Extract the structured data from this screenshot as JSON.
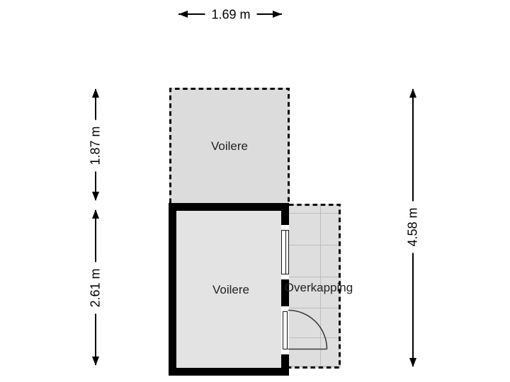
{
  "rooms": [
    {
      "name": "Voilere"
    },
    {
      "name": "Voilere"
    },
    {
      "name": "Overkapping"
    }
  ],
  "dimensions": {
    "top_width": "1.69 m",
    "left_upper_height": "1.87 m",
    "left_lower_height": "2.61 m",
    "right_total_height": "4.58 m"
  },
  "symbols": {
    "window": "window-symbol",
    "door": "door-swing-symbol"
  },
  "colors": {
    "background": "#ffffff",
    "wall": "#000000",
    "room_fill_upper": "#dcdcdc",
    "room_fill_lower": "#e3e3e3",
    "canopy_fill": "#dedede",
    "tile_grid_line": "#bdbdbd",
    "label_text": "#222222"
  }
}
